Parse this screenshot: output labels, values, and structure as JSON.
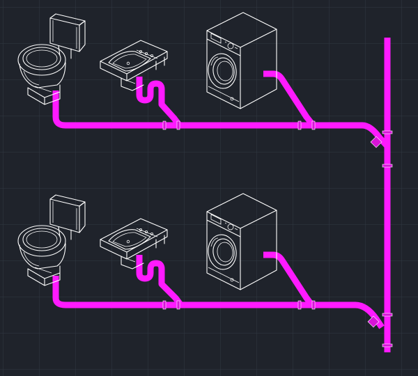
{
  "colors": {
    "background": "#1f232b",
    "grid": "#3a404c",
    "pipe": "#ff1aff",
    "pipe_fitting": "#d814d8",
    "fixture_lines": "#ffffff"
  },
  "fixture_icons": [
    "toilet-icon",
    "sink-icon",
    "washing-machine-icon"
  ],
  "levels": [
    {
      "fixtures": [
        "toilet",
        "sink",
        "washing-machine"
      ]
    },
    {
      "fixtures": [
        "toilet",
        "sink",
        "washing-machine"
      ]
    }
  ]
}
